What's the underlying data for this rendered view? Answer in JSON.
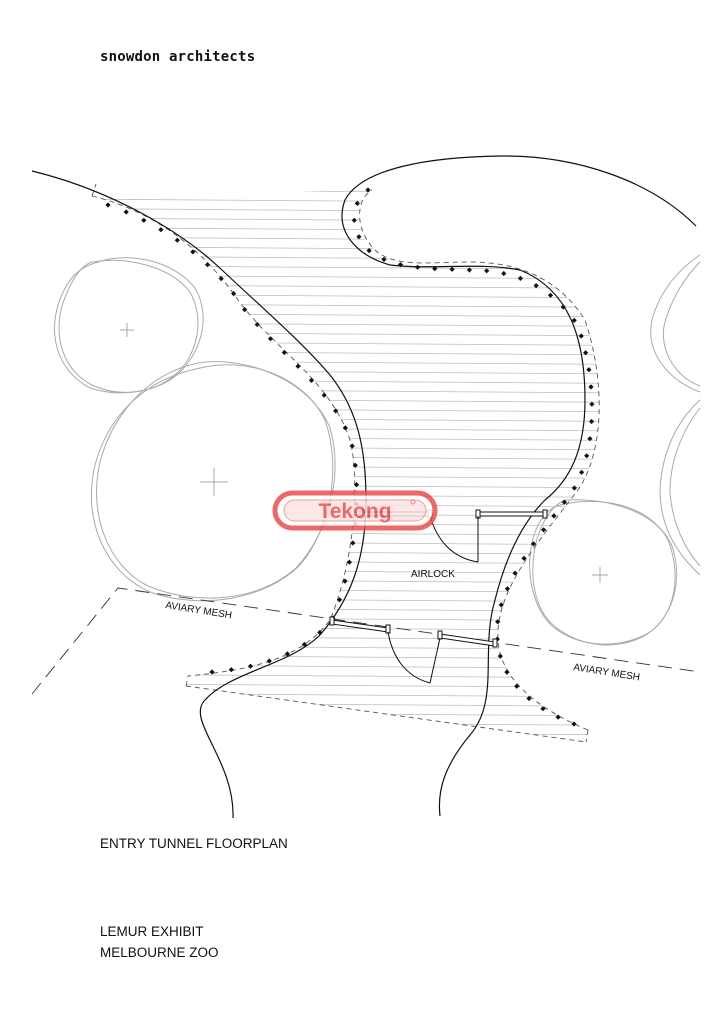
{
  "header": {
    "firm": "snowdon architects"
  },
  "labels": {
    "airlock": "AIRLOCK",
    "aviary_mesh_left": "AVIARY MESH",
    "aviary_mesh_right": "AVIARY MESH"
  },
  "watermark": {
    "text": "Tekong",
    "color": "#e84f4f"
  },
  "captions": {
    "plan_title": "ENTRY TUNNEL FLOORPLAN",
    "project_line1": "LEMUR EXHIBIT",
    "project_line2": "MELBOURNE ZOO"
  }
}
